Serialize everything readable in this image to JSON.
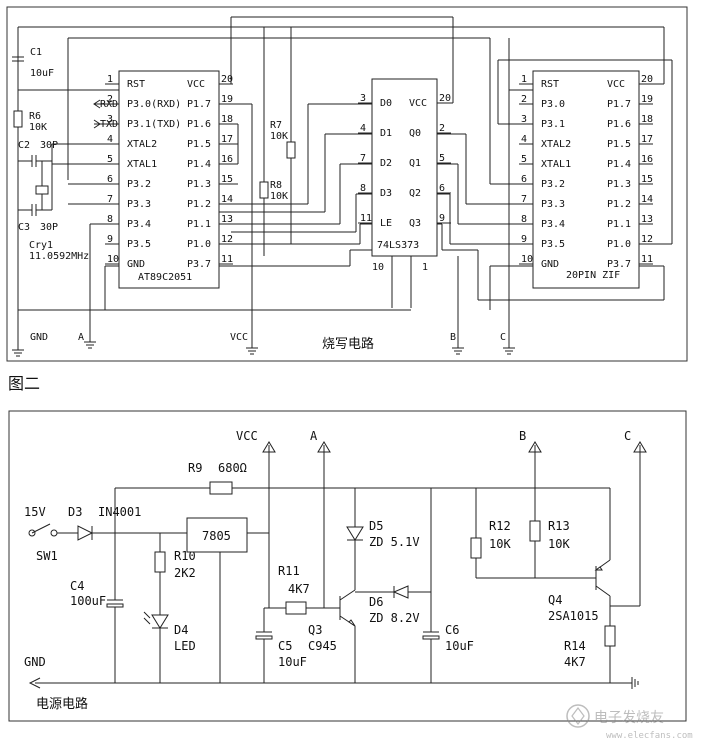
{
  "figure1": {
    "caption": "烧写电路",
    "chip_u1": {
      "name": "AT89C2051",
      "left_pins": [
        {
          "num": "1",
          "name": "RST"
        },
        {
          "num": "2",
          "name": "P3.0(RXD)"
        },
        {
          "num": "3",
          "name": "P3.1(TXD)"
        },
        {
          "num": "4",
          "name": "XTAL2"
        },
        {
          "num": "5",
          "name": "XTAL1"
        },
        {
          "num": "6",
          "name": "P3.2"
        },
        {
          "num": "7",
          "name": "P3.3"
        },
        {
          "num": "8",
          "name": "P3.4"
        },
        {
          "num": "9",
          "name": "P3.5"
        },
        {
          "num": "10",
          "name": "GND"
        }
      ],
      "right_pins": [
        {
          "num": "20",
          "name": "VCC"
        },
        {
          "num": "19",
          "name": "P1.7"
        },
        {
          "num": "18",
          "name": "P1.6"
        },
        {
          "num": "17",
          "name": "P1.5"
        },
        {
          "num": "16",
          "name": "P1.4"
        },
        {
          "num": "15",
          "name": "P1.3"
        },
        {
          "num": "14",
          "name": "P1.2"
        },
        {
          "num": "13",
          "name": "P1.1"
        },
        {
          "num": "12",
          "name": "P1.0"
        },
        {
          "num": "11",
          "name": "P3.7"
        }
      ]
    },
    "chip_u2": {
      "name": "74LS373",
      "left_pins": [
        {
          "num": "3",
          "name": "D0"
        },
        {
          "num": "4",
          "name": "D1"
        },
        {
          "num": "7",
          "name": "D2"
        },
        {
          "num": "8",
          "name": "D3"
        },
        {
          "num": "11",
          "name": "LE"
        }
      ],
      "right_pins": [
        {
          "num": "20",
          "name": "VCC"
        },
        {
          "num": "2",
          "name": "Q0"
        },
        {
          "num": "5",
          "name": "Q1"
        },
        {
          "num": "6",
          "name": "Q2"
        },
        {
          "num": "9",
          "name": "Q3"
        }
      ],
      "bottom_pins": [
        "10",
        "1"
      ]
    },
    "chip_u3": {
      "name": "20PIN ZIF",
      "left_pins": [
        {
          "num": "1",
          "name": "RST"
        },
        {
          "num": "2",
          "name": "P3.0"
        },
        {
          "num": "3",
          "name": "P3.1"
        },
        {
          "num": "4",
          "name": "XTAL2"
        },
        {
          "num": "5",
          "name": "XTAL1"
        },
        {
          "num": "6",
          "name": "P3.2"
        },
        {
          "num": "7",
          "name": "P3.3"
        },
        {
          "num": "8",
          "name": "P3.4"
        },
        {
          "num": "9",
          "name": "P3.5"
        },
        {
          "num": "10",
          "name": "GND"
        }
      ],
      "right_pins": [
        {
          "num": "20",
          "name": "VCC"
        },
        {
          "num": "19",
          "name": "P1.7"
        },
        {
          "num": "18",
          "name": "P1.6"
        },
        {
          "num": "17",
          "name": "P1.5"
        },
        {
          "num": "16",
          "name": "P1.4"
        },
        {
          "num": "15",
          "name": "P1.3"
        },
        {
          "num": "14",
          "name": "P1.2"
        },
        {
          "num": "13",
          "name": "P1.1"
        },
        {
          "num": "12",
          "name": "P1.0"
        },
        {
          "num": "11",
          "name": "P3.7"
        }
      ]
    },
    "c1": {
      "ref": "C1",
      "value": "10uF"
    },
    "r6": {
      "ref": "R6",
      "value": "10K"
    },
    "c2": {
      "ref": "C2",
      "value": "30P"
    },
    "c3": {
      "ref": "C3",
      "value": "30P"
    },
    "crystal": {
      "ref": "Cry1",
      "value": "11.0592MHz"
    },
    "r7": {
      "ref": "R7",
      "value": "10K"
    },
    "r8": {
      "ref": "R8",
      "value": "10K"
    },
    "rxd": "RXD",
    "txd": "TXD",
    "gnd": "GND",
    "net_a": "A",
    "net_vcc": "VCC",
    "net_b": "B",
    "net_c": "C"
  },
  "figure_label": "图二",
  "figure2": {
    "caption": "电源电路",
    "vcc": "VCC",
    "net_a": "A",
    "net_b": "B",
    "net_c": "C",
    "input_voltage": "15V",
    "sw1": "SW1",
    "d3": {
      "ref": "D3",
      "value": "IN4001"
    },
    "regulator": "7805",
    "r9": {
      "ref": "R9",
      "value": "680Ω"
    },
    "r10": {
      "ref": "R10",
      "value": "2K2"
    },
    "c4": {
      "ref": "C4",
      "value": "100uF"
    },
    "d4": {
      "ref": "D4",
      "value": "LED"
    },
    "r11": {
      "ref": "R11",
      "value": "4K7"
    },
    "c5": {
      "ref": "C5",
      "value": "10uF"
    },
    "q3": {
      "ref": "Q3",
      "value": "C945"
    },
    "d5": {
      "ref": "D5",
      "value": "ZD 5.1V"
    },
    "d6": {
      "ref": "D6",
      "value": "ZD 8.2V"
    },
    "c6": {
      "ref": "C6",
      "value": "10uF"
    },
    "r12": {
      "ref": "R12",
      "value": "10K"
    },
    "r13": {
      "ref": "R13",
      "value": "10K"
    },
    "q4": {
      "ref": "Q4",
      "value": "2SA1015"
    },
    "r14": {
      "ref": "R14",
      "value": "4K7"
    },
    "gnd": "GND"
  },
  "watermark": {
    "text": "电子发烧友",
    "url": "www.elecfans.com"
  }
}
